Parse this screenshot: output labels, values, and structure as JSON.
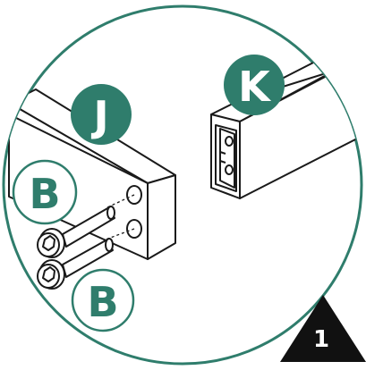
{
  "diagram": {
    "labels": {
      "part_j": "J",
      "part_k": "K",
      "screw_upper": "B",
      "screw_lower": "B",
      "step_number": "1"
    }
  },
  "colors": {
    "accent": "#2f7d6c",
    "line": "#1a1a1a",
    "background": "#ffffff",
    "badge_dark": "#111111"
  }
}
